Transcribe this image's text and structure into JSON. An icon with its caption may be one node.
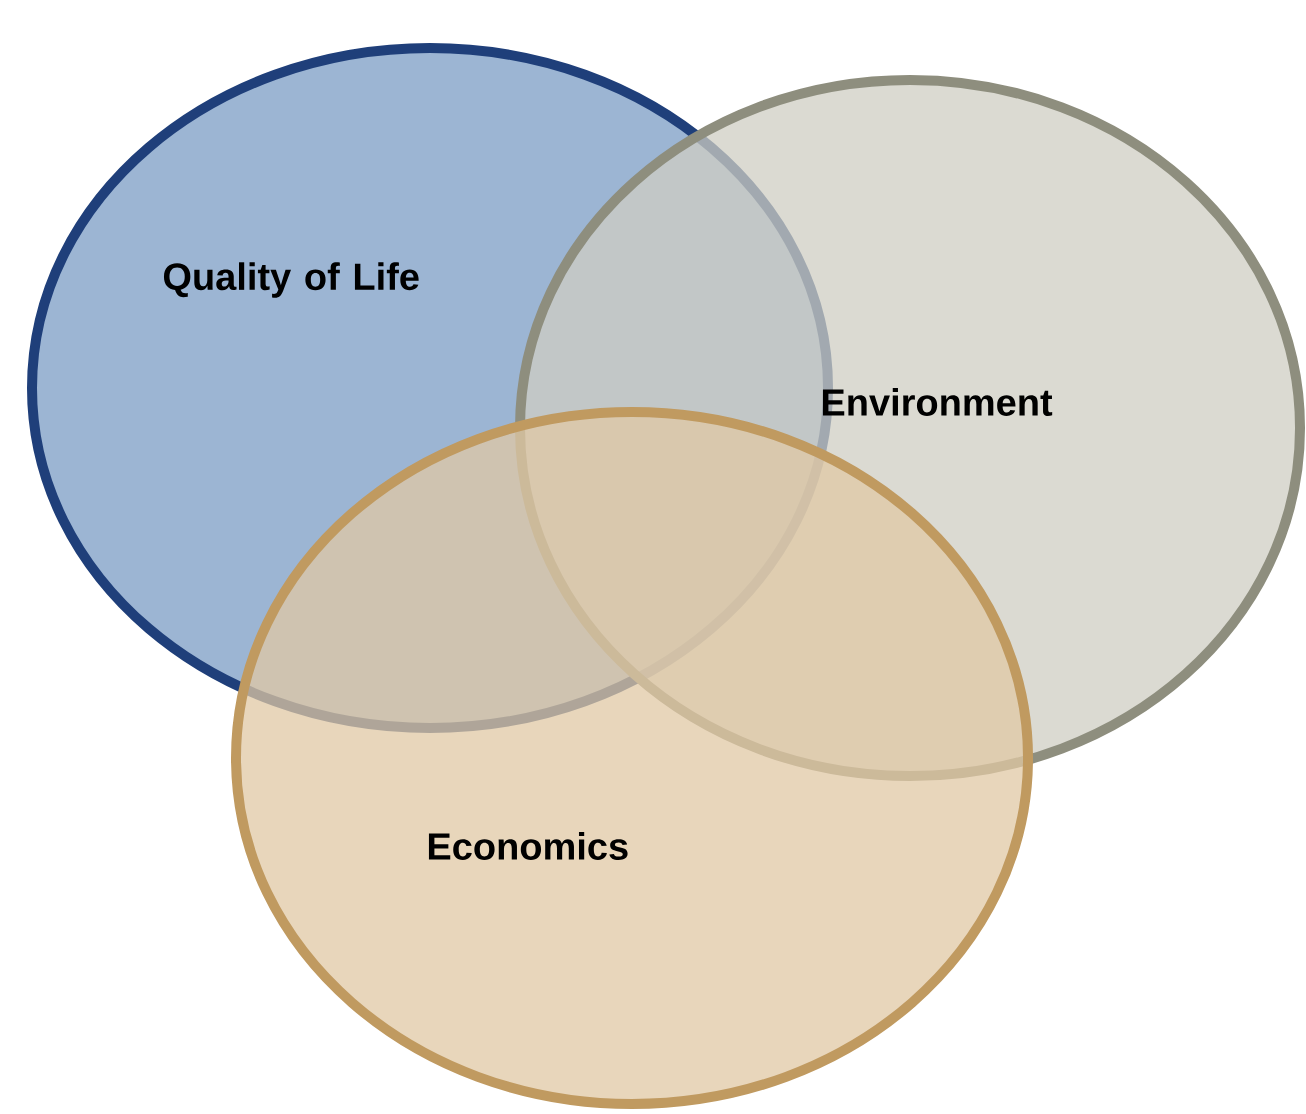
{
  "diagram": {
    "nodes": [
      {
        "text": [
          "Quality of Life"
        ]
      },
      {
        "text": [
          "Environment"
        ]
      },
      {
        "text": [
          "Economics"
        ]
      }
    ]
  }
}
